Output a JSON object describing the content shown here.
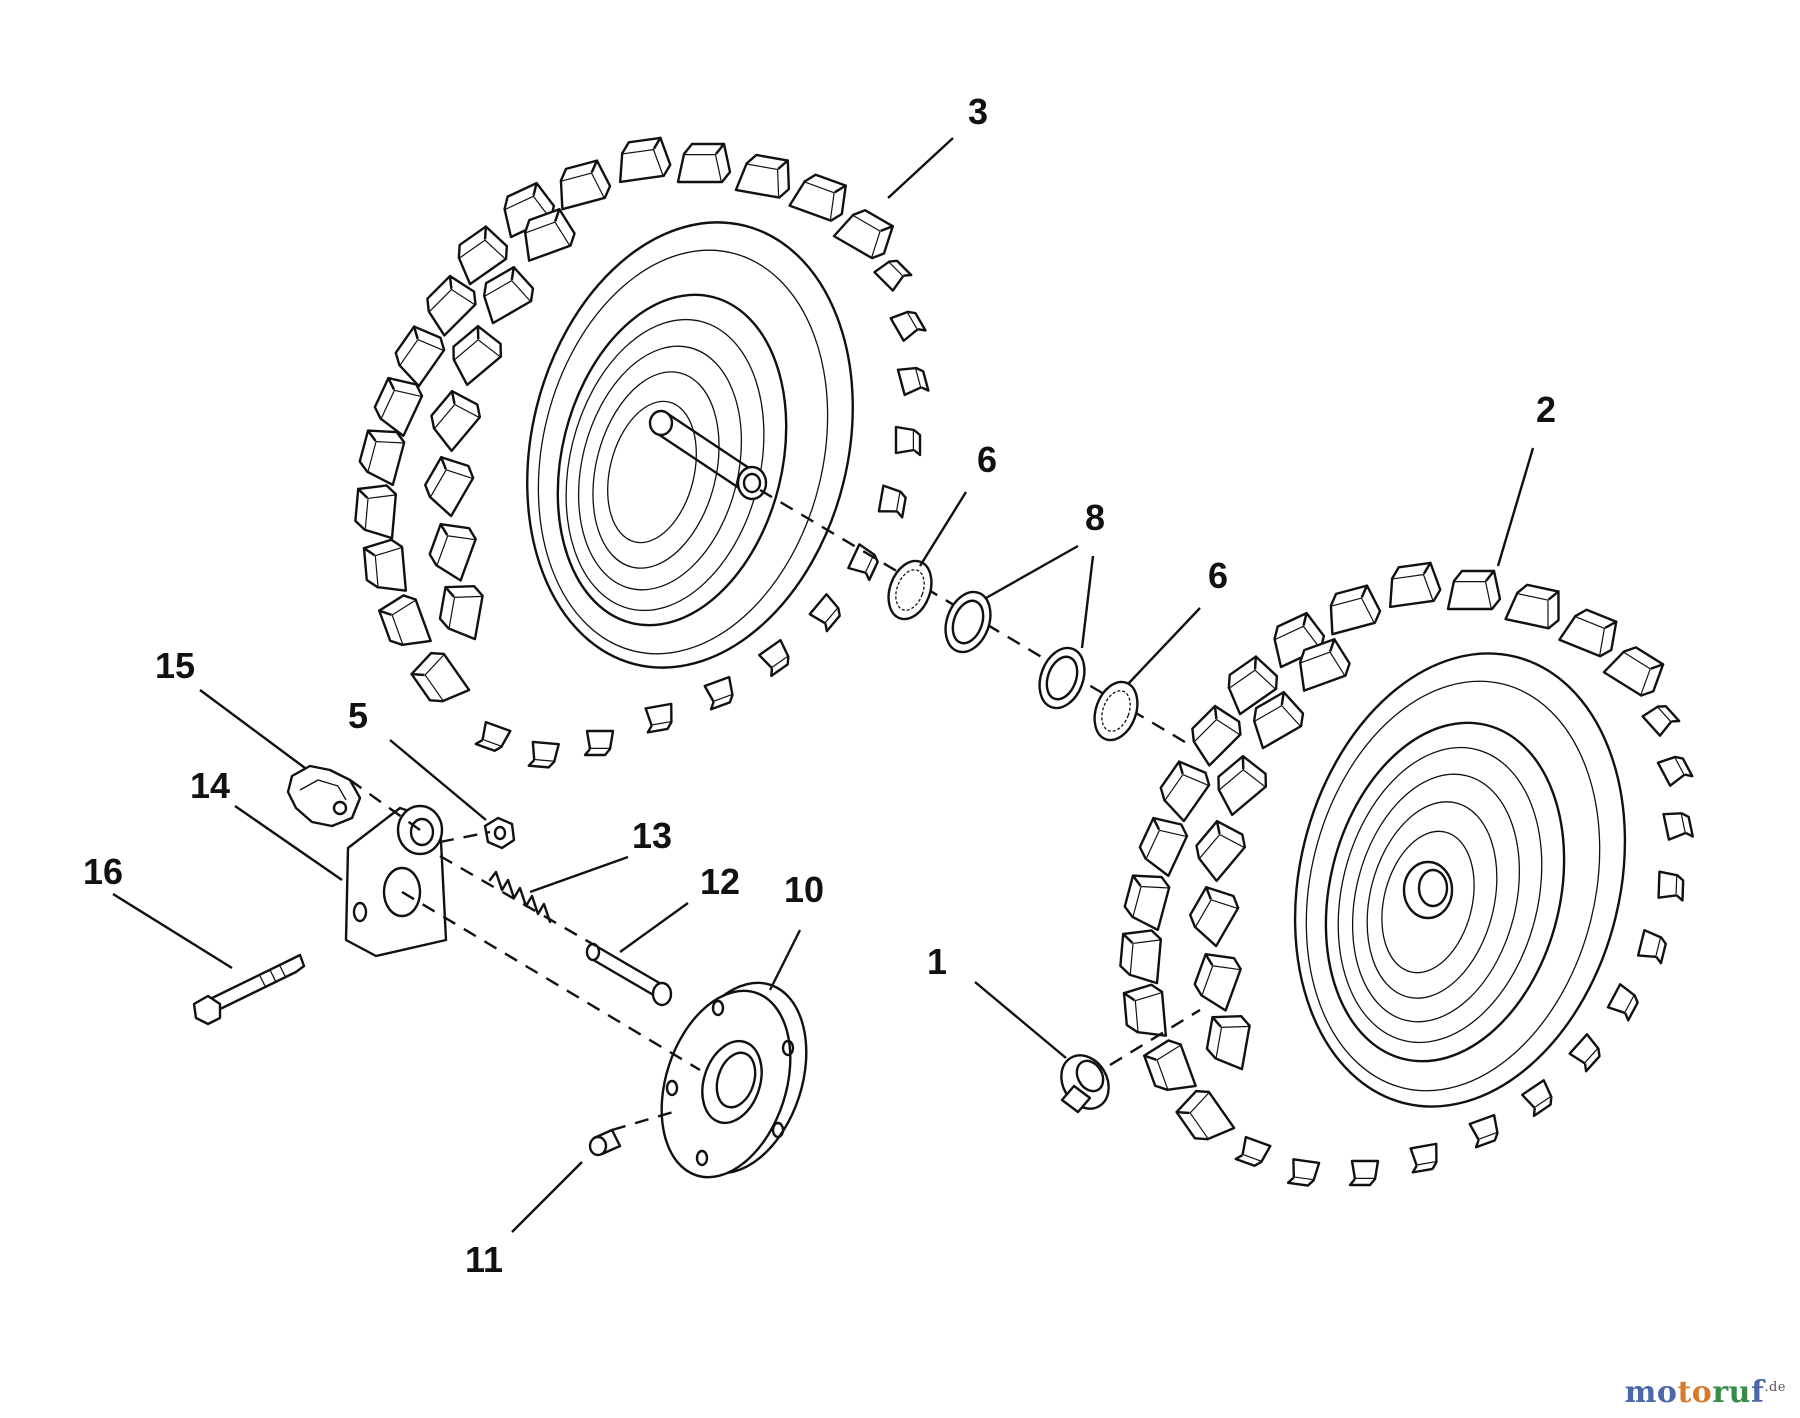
{
  "diagram": {
    "callouts": [
      {
        "id": "c3",
        "label": "3"
      },
      {
        "id": "c2",
        "label": "2"
      },
      {
        "id": "c6a",
        "label": "6"
      },
      {
        "id": "c8",
        "label": "8"
      },
      {
        "id": "c6b",
        "label": "6"
      },
      {
        "id": "c15",
        "label": "15"
      },
      {
        "id": "c5",
        "label": "5"
      },
      {
        "id": "c14",
        "label": "14"
      },
      {
        "id": "c13",
        "label": "13"
      },
      {
        "id": "c16",
        "label": "16"
      },
      {
        "id": "c12",
        "label": "12"
      },
      {
        "id": "c10",
        "label": "10"
      },
      {
        "id": "c1",
        "label": "1"
      },
      {
        "id": "c11",
        "label": "11"
      }
    ]
  },
  "watermark": {
    "part1": "mo",
    "part2": "to",
    "part3": "ru",
    "part4": "f",
    "suffix": ".de"
  }
}
